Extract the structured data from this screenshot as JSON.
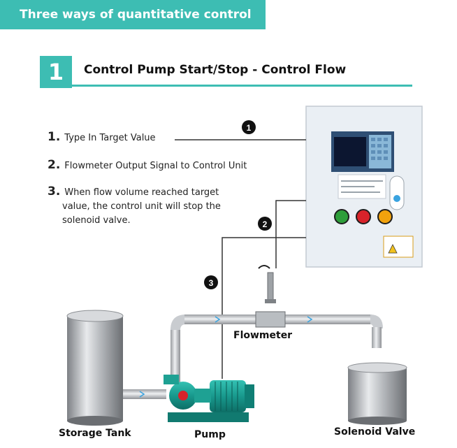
{
  "banner": {
    "title": "Three ways of quantitative control"
  },
  "section": {
    "number": "1",
    "title": "Control Pump Start/Stop - Control Flow"
  },
  "steps": [
    {
      "num": "1.",
      "text": "Type In Target Value"
    },
    {
      "num": "2.",
      "text": "Flowmeter Output Signal to Control Unit"
    },
    {
      "num": "3.",
      "line1": "When flow volume reached target",
      "line2": "value, the control unit will stop the",
      "line3": "solenoid valve."
    }
  ],
  "markers": [
    "1",
    "2",
    "3"
  ],
  "labels": {
    "flowmeter": "Flowmeter",
    "storage_tank": "Storage Tank",
    "pump": "Pump",
    "solenoid_valve": "Solenoid Valve"
  },
  "colors": {
    "accent": "#3dbdb3",
    "pump": "#1fa69a",
    "pipe": "#c9ccd0",
    "cabinet": "#e9eef3"
  }
}
